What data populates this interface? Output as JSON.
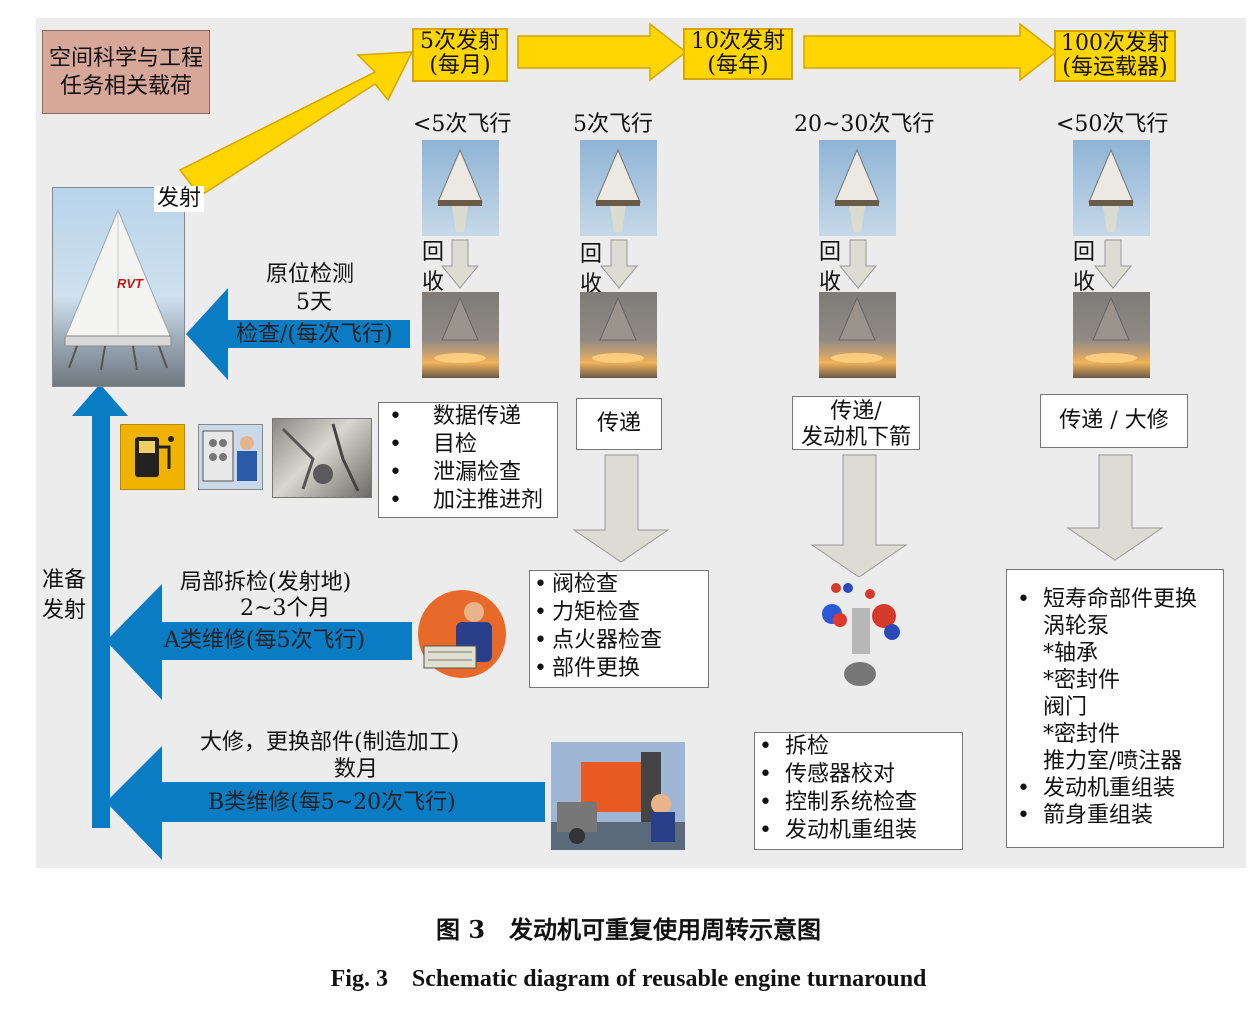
{
  "payload_box": {
    "line1": "空间科学与工程",
    "line2": "任务相关载荷"
  },
  "launch_label": "发射",
  "milestones": [
    {
      "line1": "5次发射",
      "line2": "(每月)"
    },
    {
      "line1": "10次发射",
      "line2": "(每年)"
    },
    {
      "line1": "100次发射",
      "line2": "(每运载器)"
    }
  ],
  "flight_columns": [
    {
      "flights": "<5次飞行",
      "recover": [
        "回",
        "收"
      ]
    },
    {
      "flights": "5次飞行",
      "recover": [
        "回",
        "收"
      ]
    },
    {
      "flights": "20~30次飞行",
      "recover": [
        "回",
        "收"
      ]
    },
    {
      "flights": "<50次飞行",
      "recover": [
        "回",
        "收"
      ]
    }
  ],
  "inspection": {
    "line1": "原位检测",
    "line2": "5天",
    "arrow_label": "检查/(每次飞行)"
  },
  "inspection_list": [
    "数据传递",
    "目检",
    "泄漏检查",
    "加注推进剂"
  ],
  "transfer_boxes": [
    {
      "line1": "传递",
      "line2": ""
    },
    {
      "line1": "传递/",
      "line2": "发动机下箭"
    },
    {
      "line1": "传递 / 大修",
      "line2": ""
    }
  ],
  "prepare_launch": [
    "准备",
    "发射"
  ],
  "maintenance_a": {
    "line1": "局部拆检(发射地)",
    "line2": "2~3个月",
    "arrow_label": "A类维修(每5次飞行)"
  },
  "list_a": [
    "阀检查",
    "力矩检查",
    "点火器检查",
    "部件更换"
  ],
  "maintenance_b": {
    "line1": "大修，更换部件(制造加工)",
    "line2": "数月",
    "arrow_label": "B类维修(每5~20次飞行)"
  },
  "list_b": [
    "拆检",
    "传感器校对",
    "控制系统检查",
    "发动机重组装"
  ],
  "list_overhaul": [
    {
      "text": "短寿命部件更换",
      "bullet": true
    },
    {
      "text": "涡轮泵",
      "bullet": false
    },
    {
      "text": "*轴承",
      "bullet": false
    },
    {
      "text": "*密封件",
      "bullet": false
    },
    {
      "text": "阀门",
      "bullet": false
    },
    {
      "text": "*密封件",
      "bullet": false
    },
    {
      "text": "推力室/喷注器",
      "bullet": false
    },
    {
      "text": "发动机重组装",
      "bullet": true
    },
    {
      "text": "箭身重组装",
      "bullet": true
    }
  ],
  "caption_cn": "图 3　发动机可重复使用周转示意图",
  "caption_en": "Fig. 3　Schematic diagram of reusable engine turnaround",
  "vehicle_marking": "RVT",
  "colors": {
    "yellow": "#ffd600",
    "yellow_stroke": "#d9a400",
    "blue": "#0a7cc4",
    "gray_arrow": "#dcdcd4",
    "payload_box": "#d7a89a"
  }
}
